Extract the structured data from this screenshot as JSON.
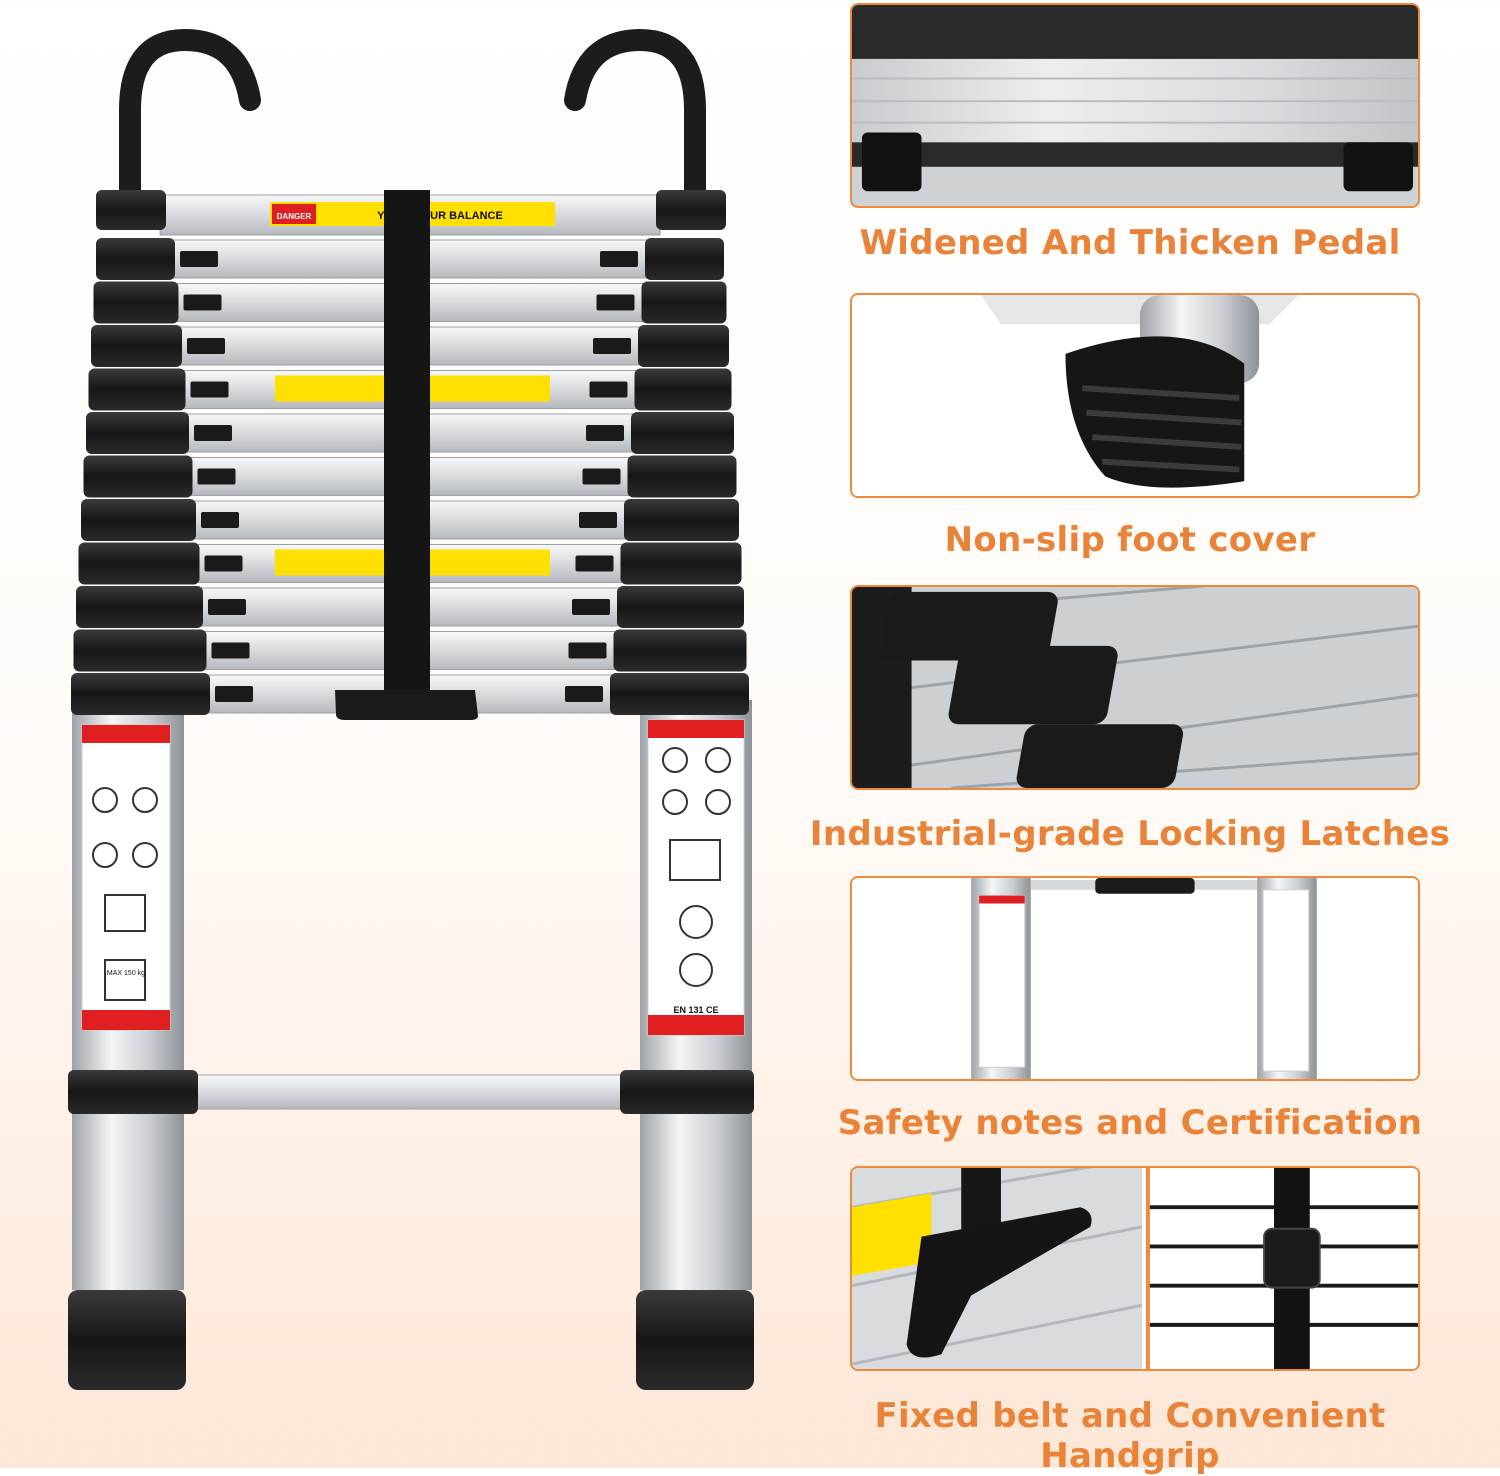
{
  "features": [
    {
      "caption": "Widened And Thicken Pedal"
    },
    {
      "caption": "Non-slip foot cover"
    },
    {
      "caption": "Industrial-grade Locking Latches"
    },
    {
      "caption": "Safety notes and Certification"
    },
    {
      "caption": "Fixed belt and Convenient Handgrip"
    }
  ],
  "labels": {
    "danger": "DANGER",
    "balance": "YOU    E YOUR BALANCE",
    "certification": "EN 131 CE",
    "max_load": "MAX 150 kg"
  },
  "colors": {
    "accent": "#f08a3a",
    "caption": "#e9833a",
    "rubber": "#1a1a1a",
    "aluminum": "#d7dadd",
    "warning_yellow": "#ffe000",
    "safety_red": "#e02020"
  }
}
